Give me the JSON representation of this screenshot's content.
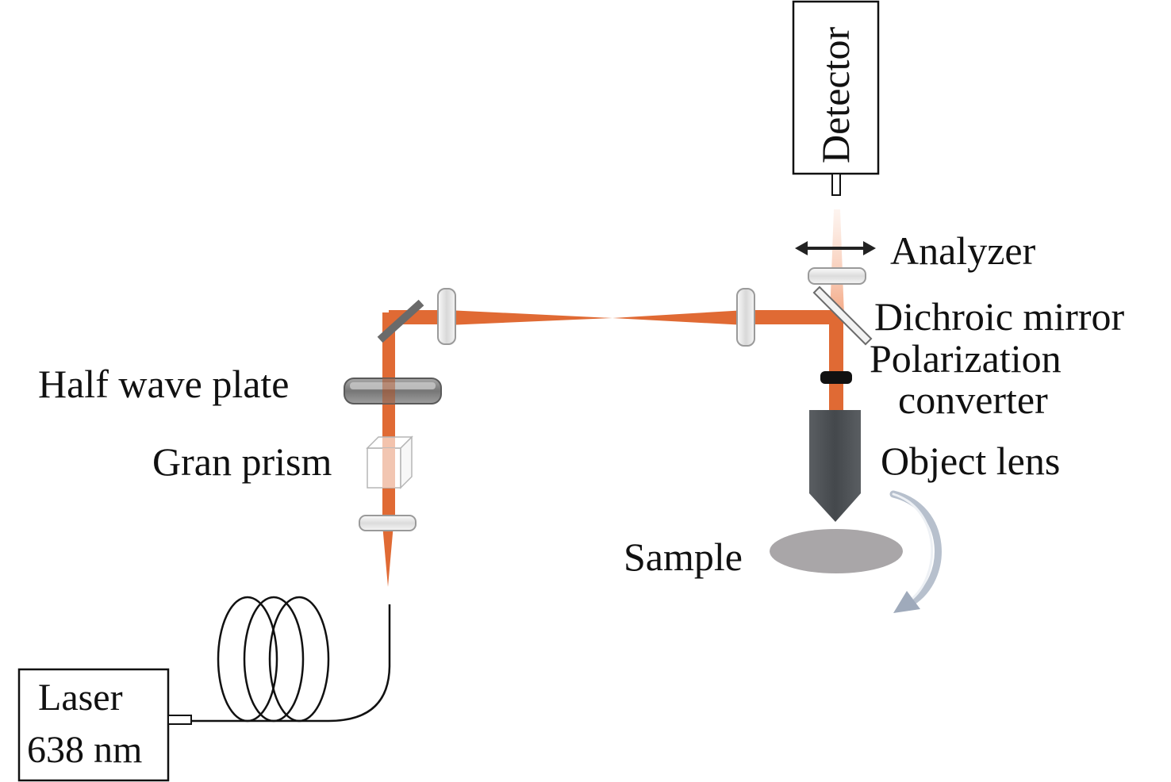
{
  "diagram": {
    "labels": {
      "detector": "Detector",
      "analyzer": "Analyzer",
      "dichroic_mirror": "Dichroic mirror",
      "polarization_converter_line1": "Polarization",
      "polarization_converter_line2": "converter",
      "half_wave_plate": "Half wave plate",
      "gran_prism": "Gran prism",
      "object_lens": "Object lens",
      "sample": "Sample",
      "laser_line1": "Laser",
      "laser_line2": "638 nm"
    },
    "colors": {
      "beam": "#e06a34",
      "beam_faint": "#f4b79a",
      "optic_edge": "#9a9a9a",
      "optic_fill": "#eeeeee",
      "objective": "#4e5256",
      "sample": "#a9a6a8",
      "rotation_arrow": "#aab4c4",
      "outline": "#111111"
    },
    "icons": {
      "rotation": "curved-rotation-arrow-icon",
      "analyzer_axis": "double-headed-arrow-icon"
    }
  }
}
